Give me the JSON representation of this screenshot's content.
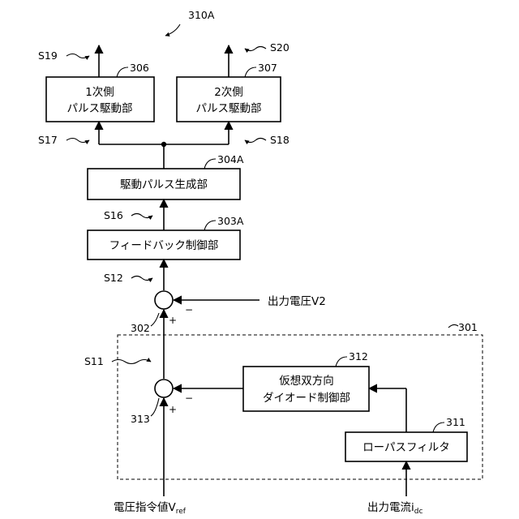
{
  "figure_ref": "310A",
  "blocks": {
    "primary_driver": {
      "line1": "1次側",
      "line2": "パルス駆動部",
      "ref": "306"
    },
    "secondary_driver": {
      "line1": "2次側",
      "line2": "パルス駆動部",
      "ref": "307"
    },
    "pulse_gen": {
      "label": "駆動パルス生成部",
      "ref": "304A"
    },
    "feedback": {
      "label": "フィードバック制御部",
      "ref": "303A"
    },
    "virtual_diode": {
      "line1": "仮想双方向",
      "line2": "ダイオード制御部",
      "ref": "312"
    },
    "lowpass": {
      "label": "ローパスフィルタ",
      "ref": "311"
    }
  },
  "summers": {
    "upper": {
      "ref": "302",
      "minus": "−",
      "plus": "+"
    },
    "lower": {
      "ref": "313",
      "minus": "−",
      "plus": "+"
    }
  },
  "group": {
    "ref": "301"
  },
  "signals": {
    "s11": "S11",
    "s12": "S12",
    "s16": "S16",
    "s17": "S17",
    "s18": "S18",
    "s19": "S19",
    "s20": "S20"
  },
  "inputs": {
    "output_voltage": "出力電圧V2",
    "vref_main": "電圧指令値V",
    "vref_sub": "ref",
    "idc_main": "出力電流i",
    "idc_sub": "dc"
  }
}
